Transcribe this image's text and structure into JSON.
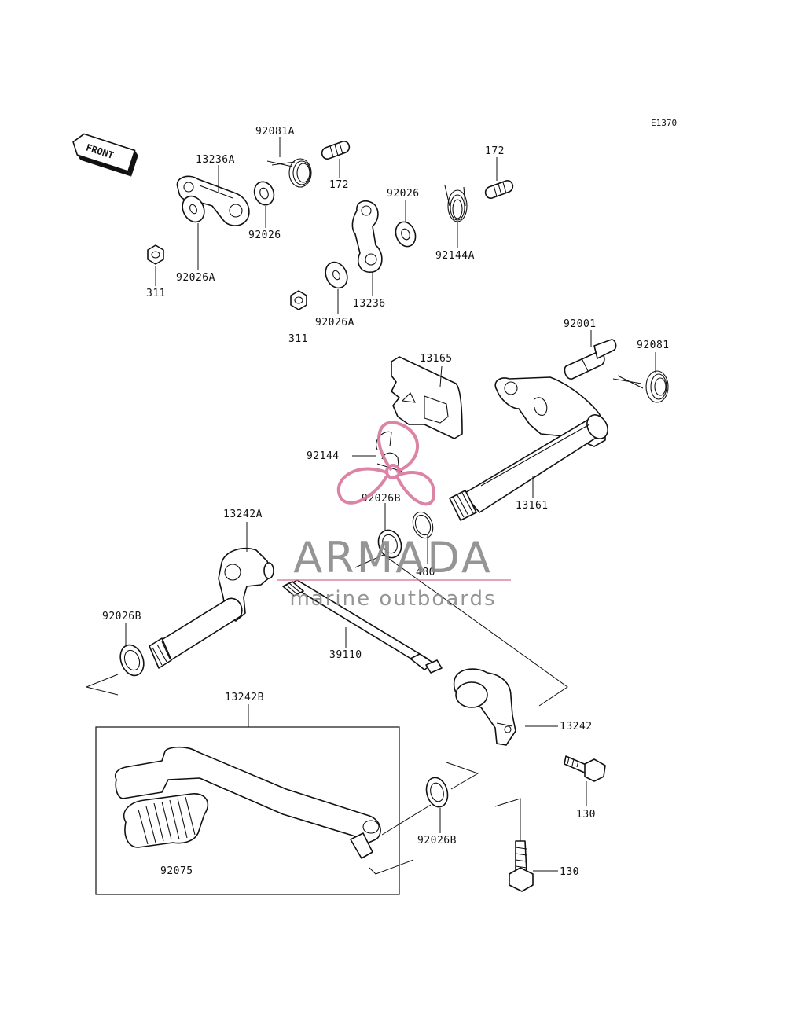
{
  "diagram": {
    "drawing_code": "E1370",
    "front_label": "FRONT",
    "callouts": [
      {
        "id": "c01",
        "label": "92081A"
      },
      {
        "id": "c02",
        "label": "13236A"
      },
      {
        "id": "c03",
        "label": "172"
      },
      {
        "id": "c04",
        "label": "172"
      },
      {
        "id": "c05",
        "label": "92026"
      },
      {
        "id": "c06",
        "label": "92026"
      },
      {
        "id": "c07",
        "label": "92026A"
      },
      {
        "id": "c08",
        "label": "311"
      },
      {
        "id": "c09",
        "label": "92144A"
      },
      {
        "id": "c10",
        "label": "13236"
      },
      {
        "id": "c11",
        "label": "92026A"
      },
      {
        "id": "c12",
        "label": "311"
      },
      {
        "id": "c13",
        "label": "92001"
      },
      {
        "id": "c14",
        "label": "92081"
      },
      {
        "id": "c15",
        "label": "13165"
      },
      {
        "id": "c16",
        "label": "92144"
      },
      {
        "id": "c17",
        "label": "92026B"
      },
      {
        "id": "c18",
        "label": "13161"
      },
      {
        "id": "c19",
        "label": "13242A"
      },
      {
        "id": "c20",
        "label": "480"
      },
      {
        "id": "c21",
        "label": "92026B"
      },
      {
        "id": "c22",
        "label": "39110"
      },
      {
        "id": "c23",
        "label": "13242B"
      },
      {
        "id": "c24",
        "label": "13242"
      },
      {
        "id": "c25",
        "label": "130"
      },
      {
        "id": "c26",
        "label": "92026B"
      },
      {
        "id": "c27",
        "label": "92075"
      },
      {
        "id": "c28",
        "label": "130"
      }
    ]
  },
  "watermark": {
    "brand": "ARMADA",
    "tagline": "marine outboards",
    "accent_color": "#d9779d",
    "text_color": "#8a8a8a"
  }
}
